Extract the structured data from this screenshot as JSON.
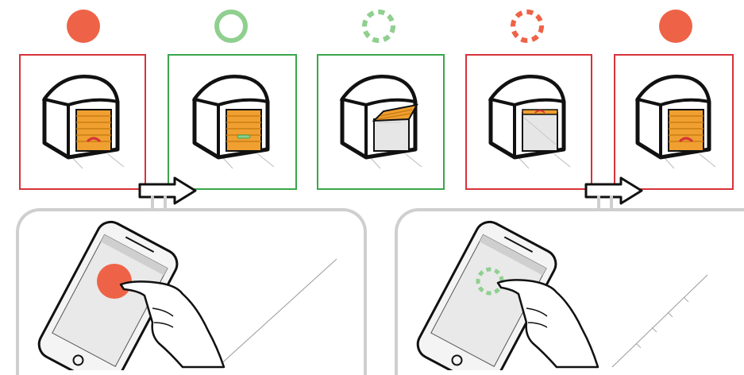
{
  "title": "",
  "colors": {
    "closed_state": "#ee6347",
    "open_state": "#8fcf8f",
    "closed_frame": "#d8323a",
    "open_frame": "#3aa64a",
    "door": "#f0a030",
    "door_stripe": "#c97d14",
    "phone_panel_border": "#cfcfcf"
  },
  "sequence": [
    {
      "indicator": "solid-red-dot",
      "door": "closed",
      "frame": "red"
    },
    {
      "indicator": "green-ring",
      "door": "closed",
      "frame": "green"
    },
    {
      "indicator": "dashed-green-ring",
      "door": "opening",
      "frame": "green"
    },
    {
      "indicator": "dashed-red-ring",
      "door": "closing",
      "frame": "red"
    },
    {
      "indicator": "solid-red-dot",
      "door": "closed",
      "frame": "red"
    }
  ],
  "phones": [
    {
      "screen_icon": "solid-red-dot",
      "action": "tap"
    },
    {
      "screen_icon": "dashed-green-ring",
      "action": "tap"
    }
  ]
}
